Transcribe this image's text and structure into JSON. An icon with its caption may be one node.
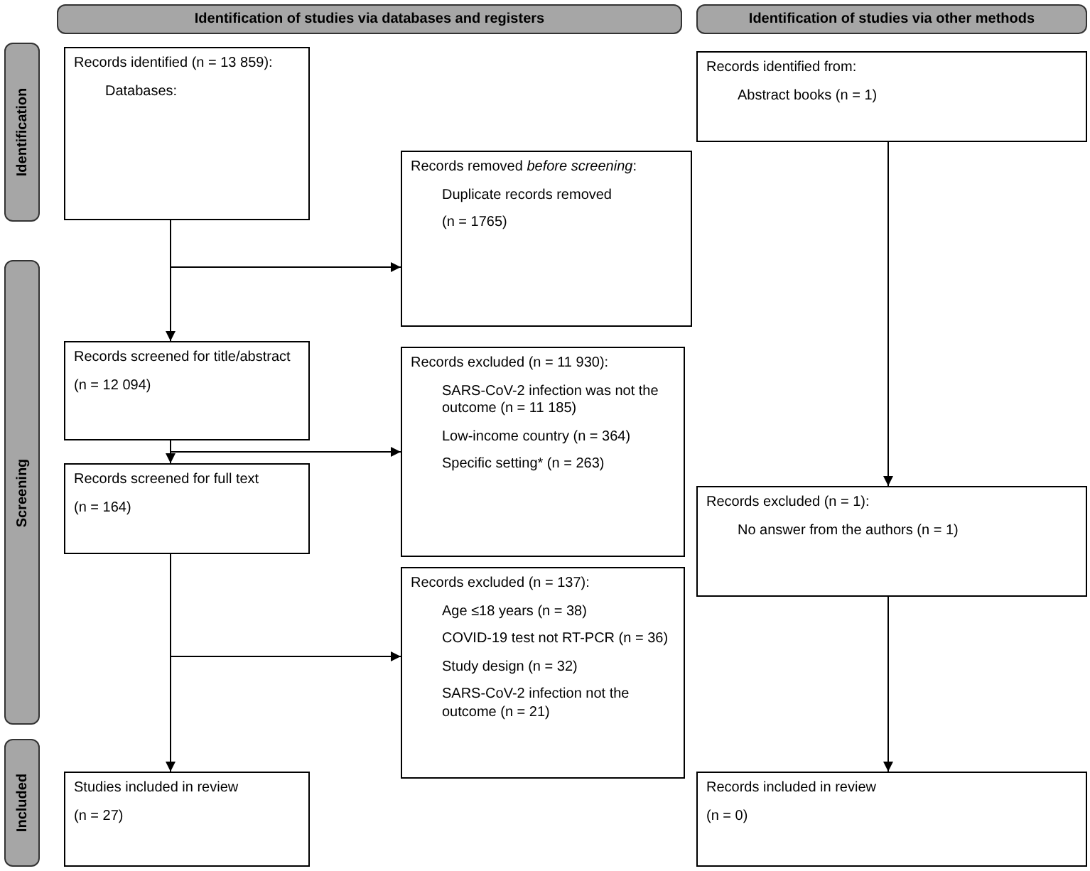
{
  "diagram": {
    "nodes": [
      {
        "text": [
          "Identification of studies via databases and registers"
        ]
      },
      {
        "text": [
          "Identification of studies via other methods"
        ]
      },
      {
        "text": [
          "Identification"
        ]
      },
      {
        "text": [
          "Records identified (n = 13 859):",
          "Databases:"
        ]
      },
      {
        "text": [
          "Records removed *before screening*:",
          "Duplicate records removed",
          "(n = 1765)"
        ]
      },
      {
        "text": [
          "Records identified from:",
          "Abstract books (n = 1)"
        ]
      },
      {
        "text": [
          "Screening"
        ]
      },
      {
        "text": [
          "Records screened for title/abstract",
          "(n = 12 094)"
        ]
      },
      {
        "text": [
          "Records excluded (n = 11 930):",
          "SARS-CoV-2 infection was not the outcome (n = 11 185)",
          "Low-income country (n = 364)",
          "Specific setting* (n = 263)"
        ]
      },
      {
        "text": [
          "Records excluded (n = 1):",
          "No answer from the authors (n = 1)"
        ]
      },
      {
        "text": [
          "Records screened for full text",
          "(n = 164)"
        ]
      },
      {
        "text": [
          "Records excluded (n = 137):",
          "Age ≤18 years (n = 38)",
          "COVID-19 test not RT-PCR (n = 36)",
          "Study design (n = 32)",
          "SARS-CoV-2 infection not the outcome (n = 21)"
        ]
      },
      {
        "text": [
          "Included"
        ]
      },
      {
        "text": [
          "Studies included in review",
          "(n = 27)"
        ]
      },
      {
        "text": [
          "Records included in review",
          "(n = 0)"
        ]
      }
    ],
    "edges": [
      {
        "from": 3,
        "to": 7,
        "arrow": "to"
      },
      {
        "from": 3,
        "to": 4,
        "arrow": "to"
      },
      {
        "from": 7,
        "to": 10,
        "arrow": "to"
      },
      {
        "from": 7,
        "to": 8,
        "arrow": "to"
      },
      {
        "from": 10,
        "to": 13,
        "arrow": "to"
      },
      {
        "from": 10,
        "to": 11,
        "arrow": "to"
      },
      {
        "from": 5,
        "to": 9,
        "arrow": "to"
      },
      {
        "from": 9,
        "to": 14,
        "arrow": "to"
      }
    ]
  }
}
